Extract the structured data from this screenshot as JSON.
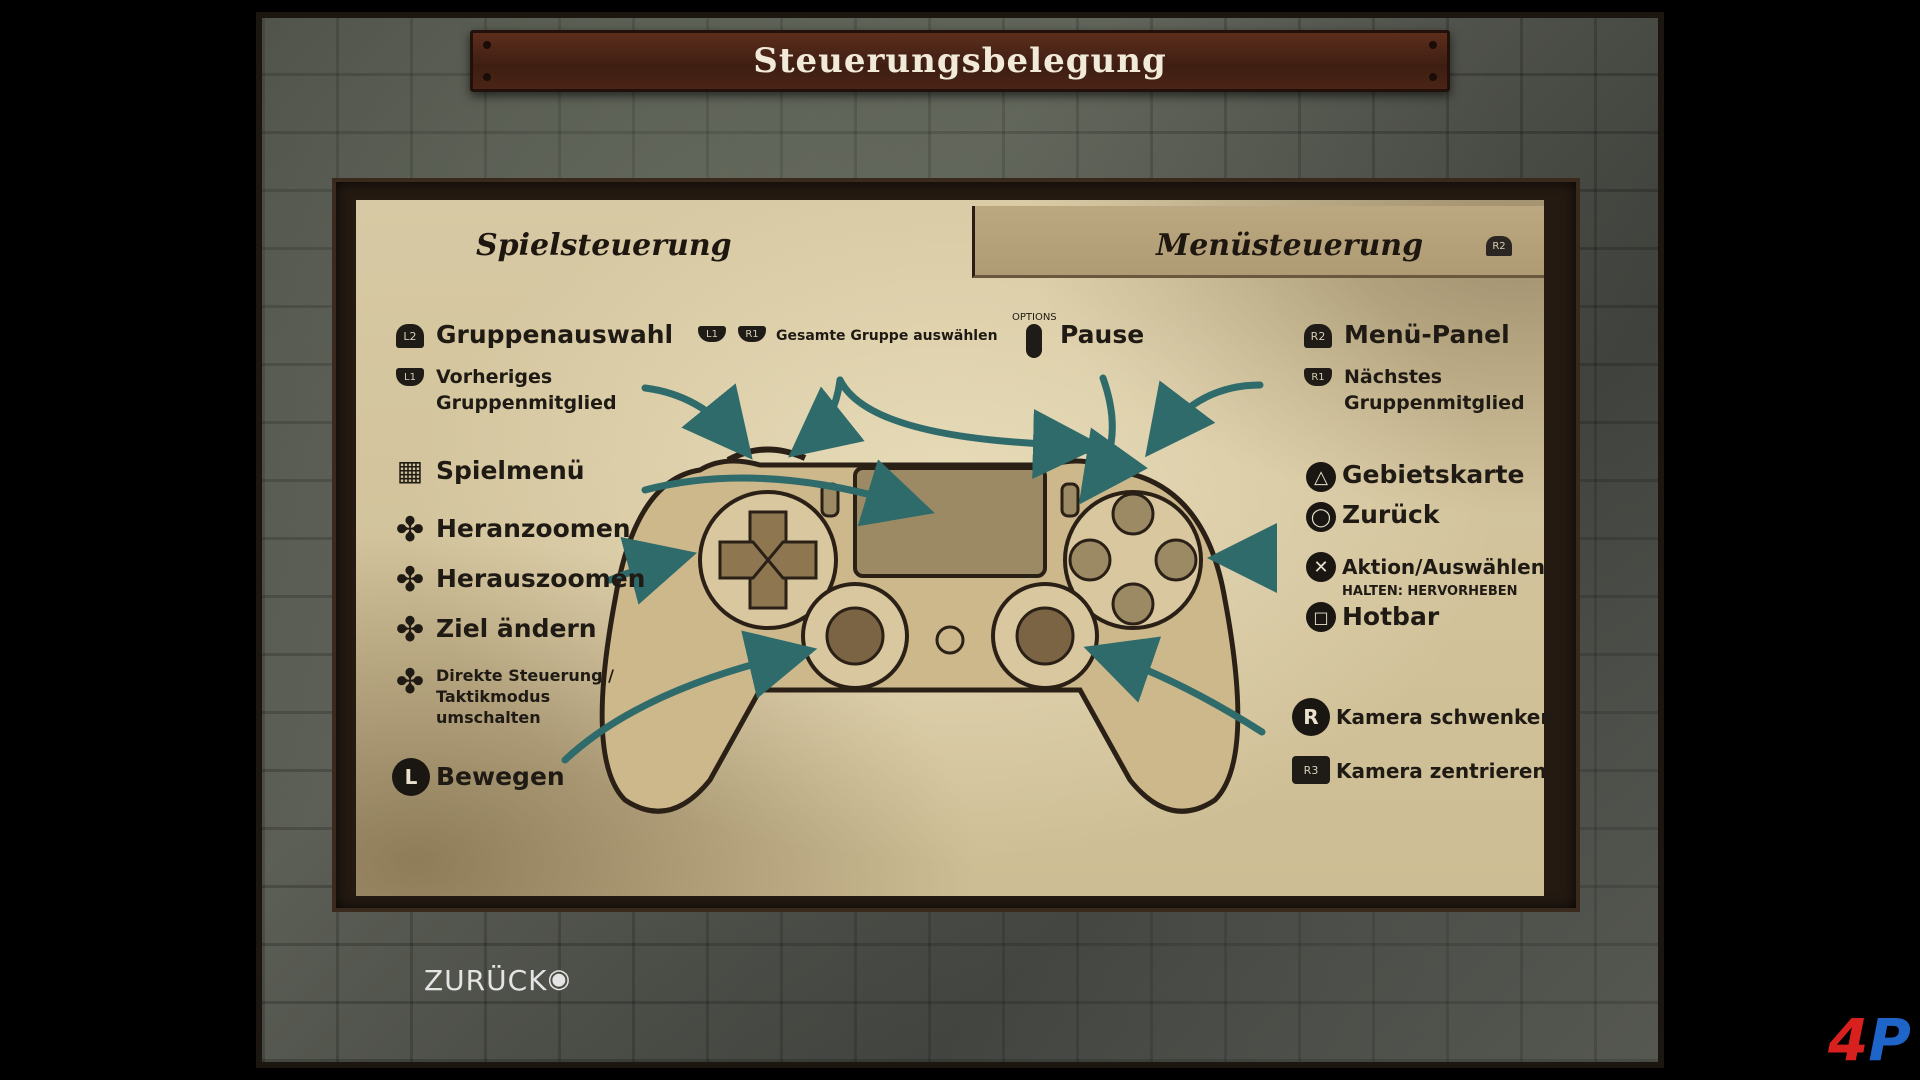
{
  "title": "Steuerungsbelegung",
  "tabs": {
    "game": "Spielsteuerung",
    "menu": "Menüsteuerung",
    "menu_badge": "R2"
  },
  "left": {
    "gruppenauswahl": {
      "icon": "L2",
      "label": "Gruppenauswahl"
    },
    "vorheriges": {
      "icon": "L1",
      "line1": "Vorheriges",
      "line2": "Gruppenmitglied"
    },
    "spielmenu": {
      "label": "Spielmenü"
    },
    "heranzoomen": {
      "label": "Heranzoomen"
    },
    "herauszoomen": {
      "label": "Herauszoomen"
    },
    "ziel": {
      "label": "Ziel ändern"
    },
    "direkt": {
      "line1": "Direkte Steuerung /",
      "line2": "Taktikmodus",
      "line3": "umschalten"
    },
    "bewegen": {
      "icon": "L",
      "label": "Bewegen"
    }
  },
  "top": {
    "gesamte": {
      "icon1": "L1",
      "icon2": "R1",
      "label": "Gesamte Gruppe auswählen"
    },
    "pause": {
      "icon_caption": "OPTIONS",
      "label": "Pause"
    }
  },
  "right": {
    "menu_panel": {
      "icon": "R2",
      "label": "Menü-Panel"
    },
    "naechstes": {
      "icon": "R1",
      "line1": "Nächstes",
      "line2": "Gruppenmitglied"
    },
    "gebietskarte": {
      "label": "Gebietskarte"
    },
    "zurueck": {
      "label": "Zurück"
    },
    "aktion": {
      "label": "Aktion/Auswählen",
      "hold": "HALTEN: HERVORHEBEN"
    },
    "hotbar": {
      "label": "Hotbar"
    },
    "kamera_schwenken": {
      "icon": "R",
      "label": "Kamera schwenken"
    },
    "kamera_zentrieren": {
      "icon": "R3",
      "label": "Kamera zentrieren"
    }
  },
  "footer": {
    "back_label": "ZURÜCK"
  },
  "logo": {
    "num": "4",
    "letter": "P"
  },
  "colors": {
    "arrow": "#2f6b6b",
    "parchment": "#d3c59e",
    "ink": "#1f1a14"
  }
}
